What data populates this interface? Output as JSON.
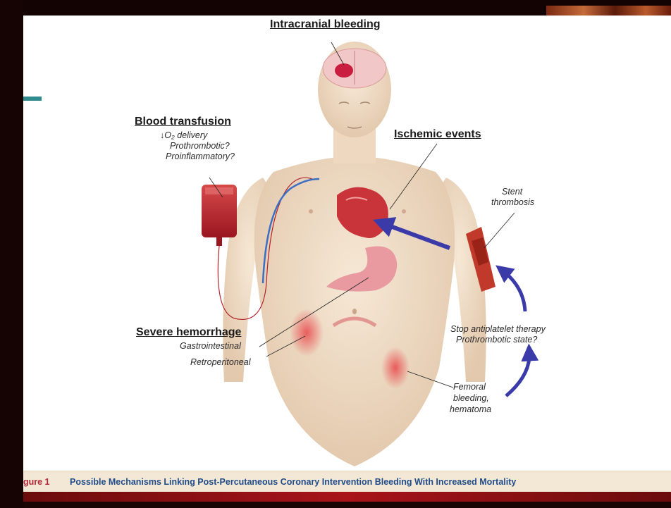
{
  "labels": {
    "intracranial": "Intracranial bleeding",
    "transfusion_title": "Blood transfusion",
    "transfusion_line1": "↓O₂ delivery",
    "transfusion_line2": "Prothrombotic?",
    "transfusion_line3": "Proinflammatory?",
    "ischemic": "Ischemic events",
    "stent_line1": "Stent",
    "stent_line2": "thrombosis",
    "hemorrhage_title": "Severe hemorrhage",
    "gastro": "Gastrointestinal",
    "retro": "Retroperitoneal",
    "stop_line1": "Stop antiplatelet therapy",
    "stop_line2": "Prothrombotic state?",
    "femoral_line1": "Femoral",
    "femoral_line2": "bleeding,",
    "femoral_line3": "hematoma"
  },
  "caption": {
    "figure_tag": "gure 1",
    "title": "Possible Mechanisms Linking Post-Percutaneous Coronary Intervention Bleeding With Increased Mortality"
  },
  "colors": {
    "arrow": "#3a3aa8",
    "blood": "#b3202a",
    "skin": "#efdcc6",
    "caption_text": "#1f4b8a",
    "figure_tag": "#b0283a"
  }
}
